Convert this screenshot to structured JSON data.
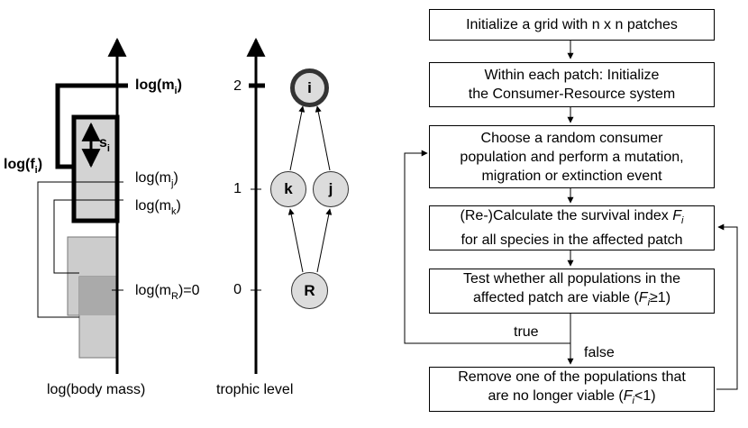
{
  "left_panel": {
    "axis_label": "log(body mass)",
    "labels": {
      "log_mi": {
        "pre": "log(m",
        "sub": "i",
        "post": ")"
      },
      "log_fi": {
        "pre": "log(f",
        "sub": "i",
        "post": ")"
      },
      "s_i": {
        "pre": "s",
        "sub": "i",
        "post": ""
      },
      "log_mj": {
        "pre": "log(m",
        "sub": "j",
        "post": ")"
      },
      "log_mk": {
        "pre": "log(m",
        "sub": "k",
        "post": ")"
      },
      "log_mR": {
        "pre": "log(m",
        "sub": "R",
        "post": ")=0"
      }
    }
  },
  "middle_panel": {
    "axis_label": "trophic level",
    "ticks": [
      "2",
      "1",
      "0"
    ],
    "nodes": {
      "i": "i",
      "k": "k",
      "j": "j",
      "R": "R"
    }
  },
  "flowchart": {
    "step1": [
      "Initialize a grid with n x n patches"
    ],
    "step2": [
      "Within each patch: Initialize",
      "the Consumer-Resource system"
    ],
    "step3": [
      "Choose a random consumer",
      "population and perform a mutation,",
      "migration or extinction event"
    ],
    "step4": {
      "line1_pre": "(Re-)Calculate the survival index ",
      "line1_sym": "F",
      "line1_sub": "i",
      "line2": "for all species in the affected patch"
    },
    "step5": {
      "line1": "Test whether all populations in the",
      "line2_pre": "affected patch are viable (",
      "line2_sym": "F",
      "line2_sub": "i",
      "line2_post": "≥1)"
    },
    "step6": {
      "line1": "Remove one of the populations that",
      "line2_pre": "are no longer viable (",
      "line2_sym": "F",
      "line2_sub": "i",
      "line2_post": "<1)"
    },
    "true_label": "true",
    "false_label": "false"
  }
}
